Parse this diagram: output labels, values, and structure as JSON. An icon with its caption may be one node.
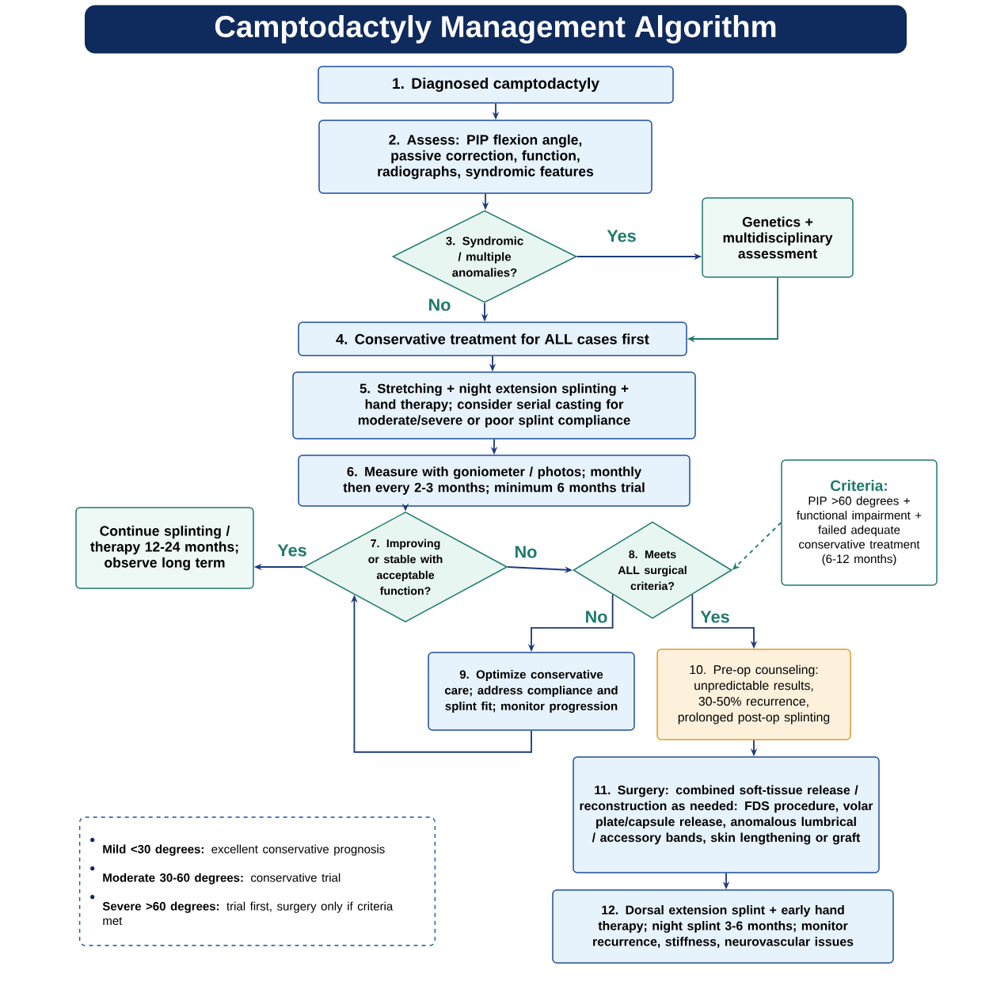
{
  "diagram": {
    "title": "Camptodactyly Management Algorithm",
    "nodes": [
      {
        "text": [
          "1. Diagnosed camptodactyly"
        ]
      },
      {
        "text": [
          "2. Assess: PIP flexion angle, passive correction, function, radiographs, syndromic features"
        ]
      },
      {
        "text": [
          "3. Syndromic / multiple anomalies?"
        ]
      },
      {
        "text": [
          "Genetics + multidisciplinary assessment"
        ]
      },
      {
        "text": [
          "4. Conservative treatment for ALL cases first"
        ]
      },
      {
        "text": [
          "5. Stretching + night extension splinting + hand therapy; consider serial casting for moderate/severe or poor splint compliance"
        ]
      },
      {
        "text": [
          "6. Measure with goniometer / photos; monthly then every 2-3 months; minimum 6 months trial"
        ]
      },
      {
        "text": [
          "Continue splinting / therapy 12-24 months; observe long term"
        ]
      },
      {
        "text": [
          "7. Improving or stable with acceptable function?"
        ]
      },
      {
        "text": [
          "8. Meets ALL surgical criteria?"
        ]
      },
      {
        "text": [
          "Criteria:",
          "PIP >60 degrees + functional impairment + failed adequate conservative treatment (6-12 months)"
        ]
      },
      {
        "text": [
          "9. Optimize conservative care; address compliance and splint fit; monitor progression"
        ]
      },
      {
        "text": [
          "10. Pre-op counseling: unpredictable results, 30-50% recurrence, prolonged post-op splinting"
        ]
      },
      {
        "text": [
          "11. Surgery: combined soft-tissue release / reconstruction as needed: FDS procedure, volar plate/capsule release, anomalous lumbrical / accessory bands, skin lengthening or graft"
        ]
      },
      {
        "text": [
          "12. Dorsal extension splint + early hand therapy; night splint 3-6 months; monitor recurrence, stiffness, neurovascular issues"
        ]
      },
      {
        "text": [
          "**Mild <30 degrees:** excellent conservative prognosis",
          "**Moderate 30-60 degrees:** conservative trial",
          "**Severe >60 degrees:** trial first, surgery only if criteria met"
        ]
      }
    ],
    "edges": [
      {
        "from": 0,
        "to": 1,
        "arrow": "to"
      },
      {
        "from": 1,
        "to": 2,
        "arrow": "to"
      },
      {
        "from": 2,
        "to": 3,
        "arrow": "to",
        "label": "Yes"
      },
      {
        "from": 2,
        "to": 4,
        "arrow": "to",
        "label": "No"
      },
      {
        "from": 3,
        "to": 4,
        "arrow": "to",
        "color": "#1f7a6c"
      },
      {
        "from": 4,
        "to": 5,
        "arrow": "to"
      },
      {
        "from": 5,
        "to": 6,
        "arrow": "to"
      },
      {
        "from": 6,
        "to": 8,
        "arrow": "to"
      },
      {
        "from": 8,
        "to": 7,
        "arrow": "to",
        "label": "Yes"
      },
      {
        "from": 8,
        "to": 9,
        "arrow": "to",
        "label": "No"
      },
      {
        "from": 10,
        "to": 9,
        "arrow": "to",
        "style": "dashed",
        "color": "#1f7a6c"
      },
      {
        "from": 9,
        "to": 11,
        "arrow": "to",
        "label": "No"
      },
      {
        "from": 9,
        "to": 12,
        "arrow": "to",
        "label": "Yes"
      },
      {
        "from": 11,
        "to": 8,
        "arrow": "to"
      },
      {
        "from": 12,
        "to": 13,
        "arrow": "to"
      },
      {
        "from": 13,
        "to": 14,
        "arrow": "to"
      }
    ]
  }
}
